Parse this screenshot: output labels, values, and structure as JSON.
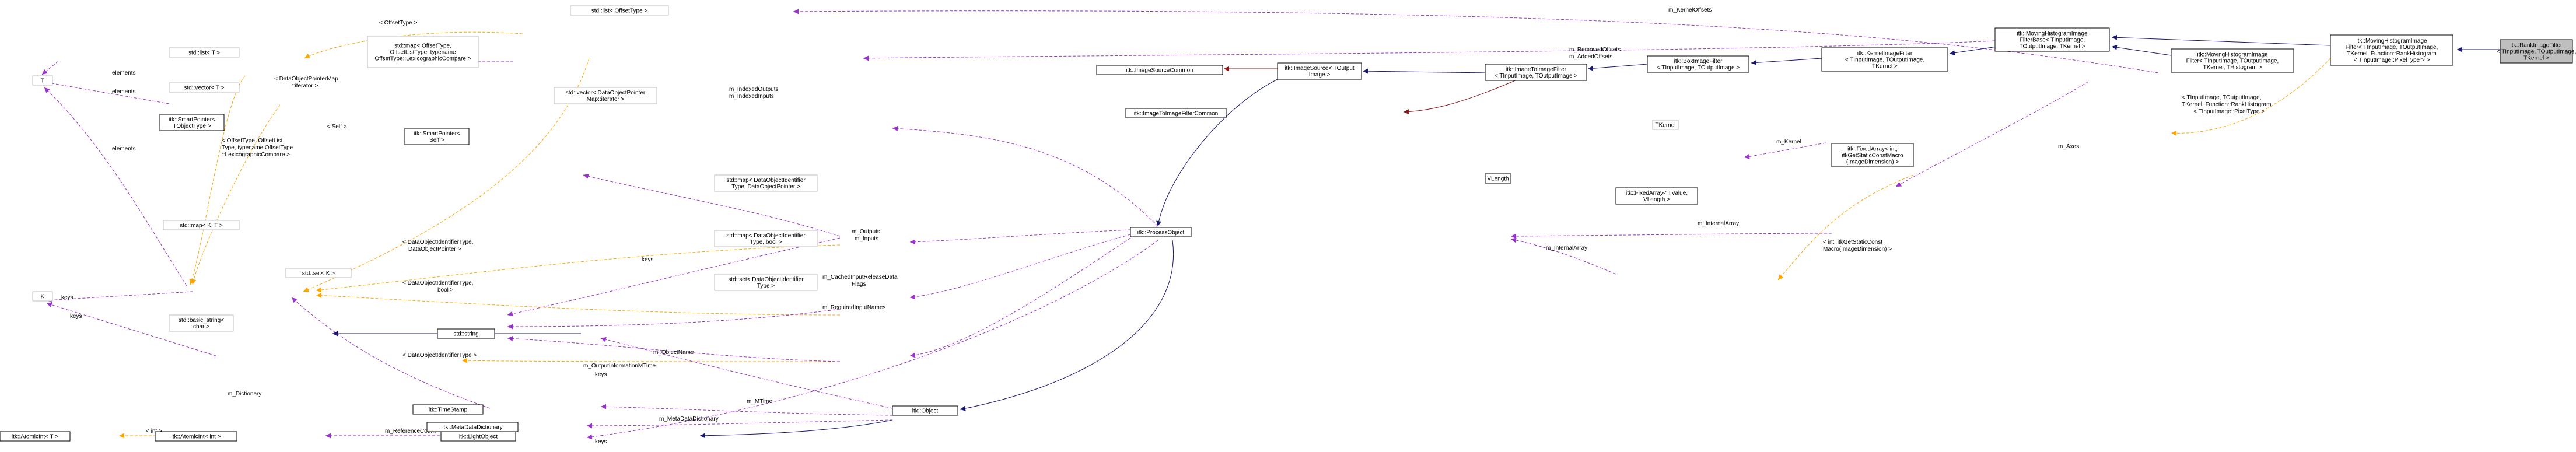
{
  "colors": {
    "inherit": "#191970",
    "uses": "#9a32cd",
    "template": "#ffa500",
    "private": "#8b1a1a",
    "focus_fill": "#bfbfbf"
  },
  "nodes": {
    "RankImageFilter": [
      "itk::RankImageFilter",
      "< TInputImage, TOutputImage,",
      "TKernel >"
    ],
    "MovingHistFilter": [
      "itk::MovingHistogramImage",
      "Filter< TInputImage, TOutputImage,",
      "TKernel, Function::RankHistogram",
      "< TInputImage::PixelType > >"
    ],
    "MovingHistBase": [
      "itk::MovingHistogramImage",
      "FilterBase< TInputImage,",
      "TOutputImage, TKernel >"
    ],
    "MovingHistTHist": [
      "itk::MovingHistogramImage",
      "Filter< TInputImage, TOutputImage,",
      "TKernel, THistogram >"
    ],
    "KernelImageFilter": [
      "itk::KernelImageFilter",
      "< TInputImage, TOutputImage,",
      "TKernel >"
    ],
    "BoxImageFilter": [
      "itk::BoxImageFilter",
      "< TInputImage, TOutputImage >"
    ],
    "TKernel": [
      "TKernel"
    ],
    "FixedArrayInt": [
      "itk::FixedArray< int,",
      "itkGetStaticConstMacro",
      "(ImageDimension) >"
    ],
    "VLength": [
      "VLength"
    ],
    "FixedArrayTValue": [
      "itk::FixedArray< TValue,",
      "VLength >"
    ],
    "ImageToImageFilter": [
      "itk::ImageToImageFilter",
      "< TInputImage, TOutputImage >"
    ],
    "ImageSource": [
      "itk::ImageSource< TOutput",
      "Image >"
    ],
    "ImageSourceCommon": [
      "itk::ImageSourceCommon"
    ],
    "ImageToImageFilterCommon": [
      "itk::ImageToImageFilterCommon"
    ],
    "ProcessObject": [
      "itk::ProcessObject"
    ],
    "Object": [
      "itk::Object"
    ],
    "LightObject": [
      "itk::LightObject"
    ],
    "TimeStamp": [
      "itk::TimeStamp"
    ],
    "MetaDataDictionary": [
      "itk::MetaDataDictionary"
    ],
    "AtomicInt": [
      "itk::AtomicInt< int >"
    ],
    "AtomicIntT": [
      "itk::AtomicInt< T >"
    ],
    "StdString": [
      "std::string"
    ],
    "BasicString": [
      "std::basic_string<",
      "char >"
    ],
    "SmartPointerSelf": [
      "itk::SmartPointer<",
      "Self >"
    ],
    "SmartPointerT": [
      "itk::SmartPointer<",
      "TObjectType >"
    ],
    "VectorDOPIter": [
      "std::vector< DataObjectPointer",
      "Map::iterator >"
    ],
    "MapDOI_DOP": [
      "std::map< DataObjectIdentifier",
      "Type, DataObjectPointer >"
    ],
    "MapDOI_bool": [
      "std::map< DataObjectIdentifier",
      "Type, bool >"
    ],
    "SetDOI": [
      "std::set< DataObjectIdentifier",
      "Type >"
    ],
    "MapOffset": [
      "std::map< OffsetType,",
      "OffsetListType, typename",
      "OffsetType::LexicographicCompare >"
    ],
    "ListOffset": [
      "std::list< OffsetType >"
    ],
    "ListT": [
      "std::list< T >"
    ],
    "VectorT": [
      "std::vector< T >"
    ],
    "T": [
      "T"
    ],
    "K": [
      "K"
    ],
    "MapKT": [
      "std::map< K, T >"
    ],
    "SetK": [
      "std::set< K >"
    ]
  },
  "edge_labels": {
    "kernel_offsets": "m_KernelOffsets",
    "removed_offsets": "m_RemovedOffsets",
    "added_offsets": "m_AddedOffsets",
    "t_offset": "< OffsetType >",
    "rank_hist_1": "< TInputImage, TOutputImage,",
    "rank_hist_2": "TKernel, Function::RankHistogram",
    "rank_hist_3": "< TInputImage::PixelType >",
    "m_kernel": "m_Kernel",
    "m_axes": "m_Axes",
    "m_internal_array_1": "m_InternalArray",
    "m_internal_array_2": "m_InternalArray",
    "t_int_1": "< int, itkGetStaticConst",
    "t_int_2": "Macro(ImageDimension) >",
    "elements_1": "elements",
    "elements_2": "elements",
    "elements_3": "elements",
    "elements_4": "elements",
    "t_dop_iter_1": "< DataObjectPointerMap",
    "t_dop_iter_2": "::iterator >",
    "t_self": "< Self >",
    "indexed_1": "m_IndexedOutputs",
    "indexed_2": "m_IndexedInputs",
    "t_offset_map_1": "< OffsetType, OffsetList",
    "t_offset_map_2": "Type, typename OffsetType",
    "t_offset_map_3": "::LexicographicCompare >",
    "t_doi_dop_1": "< DataObjectIdentifierType,",
    "t_doi_dop_2": "DataObjectPointer >",
    "t_doi_bool_1": "< DataObjectIdentifierType,",
    "t_doi_bool_2": "bool >",
    "t_doi": "< DataObjectIdentifierType >",
    "keys_1": "keys",
    "keys_2": "keys",
    "keys_3": "keys",
    "keys_4": "keys",
    "keys_5": "keys",
    "outputs_1": "m_Outputs",
    "outputs_2": "m_Inputs",
    "cached_1": "m_CachedInputReleaseData",
    "cached_2": "Flags",
    "required": "m_RequiredInputNames",
    "output_info": "m_OutputInformationMTime",
    "dictionary": "m_Dictionary",
    "object_name": "m_ObjectName",
    "mtime": "m_MTime",
    "meta_dict": "m_MetaDataDictionary",
    "ref_count": "m_ReferenceCount",
    "t_int": "< int >"
  }
}
